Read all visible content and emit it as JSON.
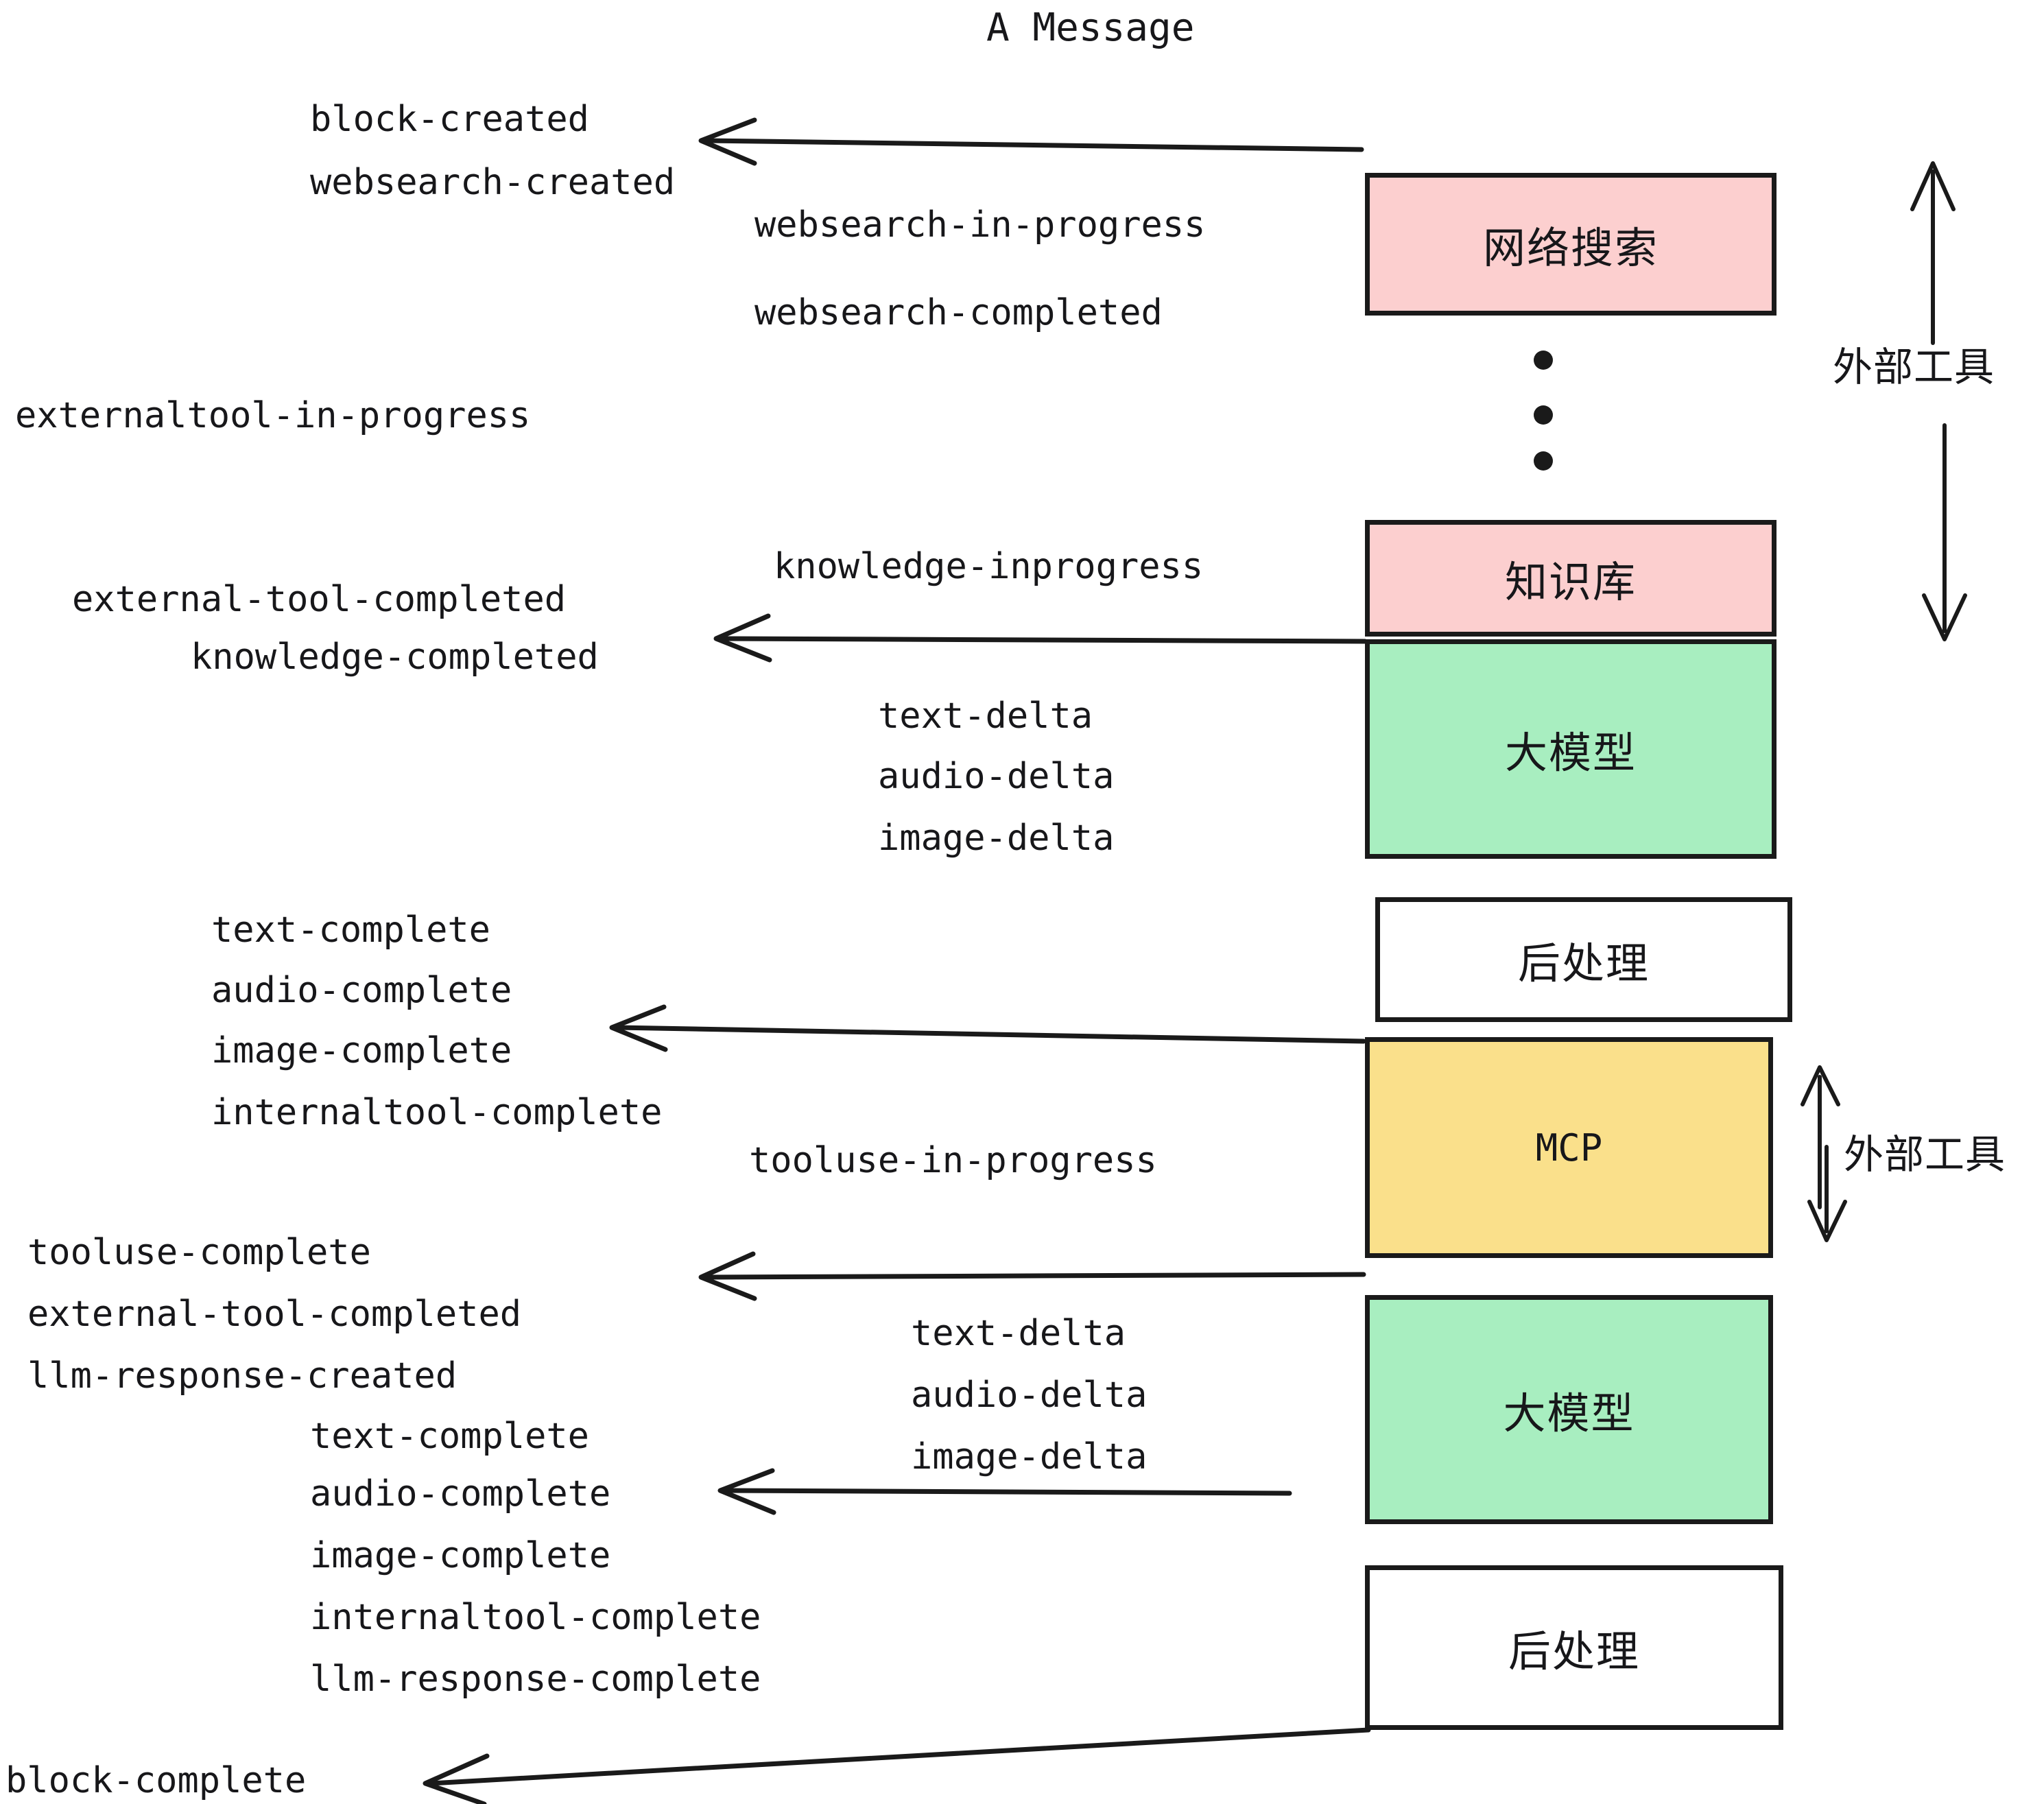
{
  "title": "A Message",
  "boxes": [
    {
      "id": "websearch",
      "label": "网络搜索",
      "color": "#fccfcf",
      "script": "han"
    },
    {
      "id": "knowledge",
      "label": "知识库",
      "color": "#fccfcf",
      "script": "han"
    },
    {
      "id": "llm-1",
      "label": "大模型",
      "color": "#a8eec0",
      "script": "han"
    },
    {
      "id": "postprocess-1",
      "label": "后处理",
      "color": "#ffffff",
      "script": "han"
    },
    {
      "id": "mcp",
      "label": "MCP",
      "color": "#fae08b",
      "script": "latin"
    },
    {
      "id": "llm-2",
      "label": "大模型",
      "color": "#a8eec0",
      "script": "han"
    },
    {
      "id": "postprocess-2",
      "label": "后处理",
      "color": "#ffffff",
      "script": "han"
    }
  ],
  "side_labels": [
    {
      "id": "external-tools-top",
      "text": "外部工具"
    },
    {
      "id": "external-tools-bottom",
      "text": "外部工具"
    }
  ],
  "events": {
    "block_created": "block-created",
    "websearch_created": "websearch-created",
    "websearch_in_progress": "websearch-in-progress",
    "websearch_completed": "websearch-completed",
    "externaltool_in_progress": "externaltool-in-progress",
    "knowledge_inprogress": "knowledge-inprogress",
    "external_tool_completed_1": "external-tool-completed",
    "knowledge_completed": "knowledge-completed",
    "text_delta_1": "text-delta",
    "audio_delta_1": "audio-delta",
    "image_delta_1": "image-delta",
    "text_complete_1": "text-complete",
    "audio_complete_1": "audio-complete",
    "image_complete_1": "image-complete",
    "internaltool_complete_1": "internaltool-complete",
    "tooluse_in_progress": "tooluse-in-progress",
    "tooluse_complete": "tooluse-complete",
    "external_tool_completed_2": "external-tool-completed",
    "llm_response_created": "llm-response-created",
    "text_delta_2": "text-delta",
    "audio_delta_2": "audio-delta",
    "image_delta_2": "image-delta",
    "text_complete_2": "text-complete",
    "audio_complete_2": "audio-complete",
    "image_complete_2": "image-complete",
    "internaltool_complete_2": "internaltool-complete",
    "llm_response_complete": "llm-response-complete",
    "block_complete": "block-complete"
  },
  "ellipsis_dots": 3,
  "colors": {
    "stroke": "#1a1a1a",
    "text": "#17171a",
    "pink": "#fccfcf",
    "green": "#a8eec0",
    "yellow": "#fae08b",
    "white": "#ffffff",
    "background": "#ffffff"
  }
}
